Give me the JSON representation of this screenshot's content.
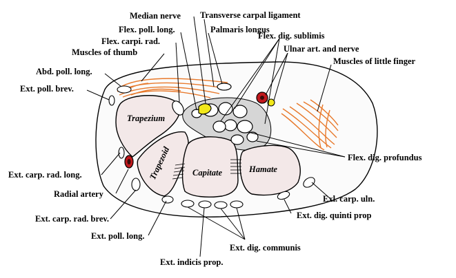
{
  "diagram": {
    "labels": {
      "median_nerve": "Median nerve",
      "transverse_carpal_ligament": "Transverse carpal ligament",
      "flex_poll_long_1": "Flex. poll. long.",
      "palmaris_longus": "Palmaris longus",
      "flex_carpi_rad": "Flex. carpi. rad.",
      "flex_dig_sublimis": "Flex. dig. sublimis",
      "muscles_of_thumb": "Muscles of thumb",
      "ulnar_art_and_nerve": "Ulnar art. and nerve",
      "muscles_of_little_finger": "Muscles of little finger",
      "abd_poll_long": "Abd. poll. long.",
      "ext_poll_brev": "Ext. poll. brev.",
      "flex_dig_profundus": "Flex. dig. profundus",
      "ext_carp_rad_long": "Ext. carp. rad. long.",
      "radial_artery": "Radial artery",
      "exl_carp_uln": "Exl. carp. uln.",
      "ext_dig_quinti_prop": "Ext. dig. quinti prop",
      "ext_carp_rad_brev": "Ext. carp. rad. brev.",
      "ext_poll_long": "Ext. poll. long.",
      "ext_dig_communis": "Ext. dig. communis",
      "ext_indicis_prop": "Ext. indicis prop."
    },
    "bones": {
      "trapezium": "Trapezium",
      "trapezoid": "Trapezoid",
      "capitate": "Capitate",
      "hamate": "Hamate"
    },
    "colors": {
      "bone_fill": "#f3e8e8",
      "muscle_stroke": "#e8792b",
      "artery_fill": "#c0191d",
      "nerve_fill": "#f2e81a",
      "tunnel_fill": "#d6d6d6"
    }
  }
}
